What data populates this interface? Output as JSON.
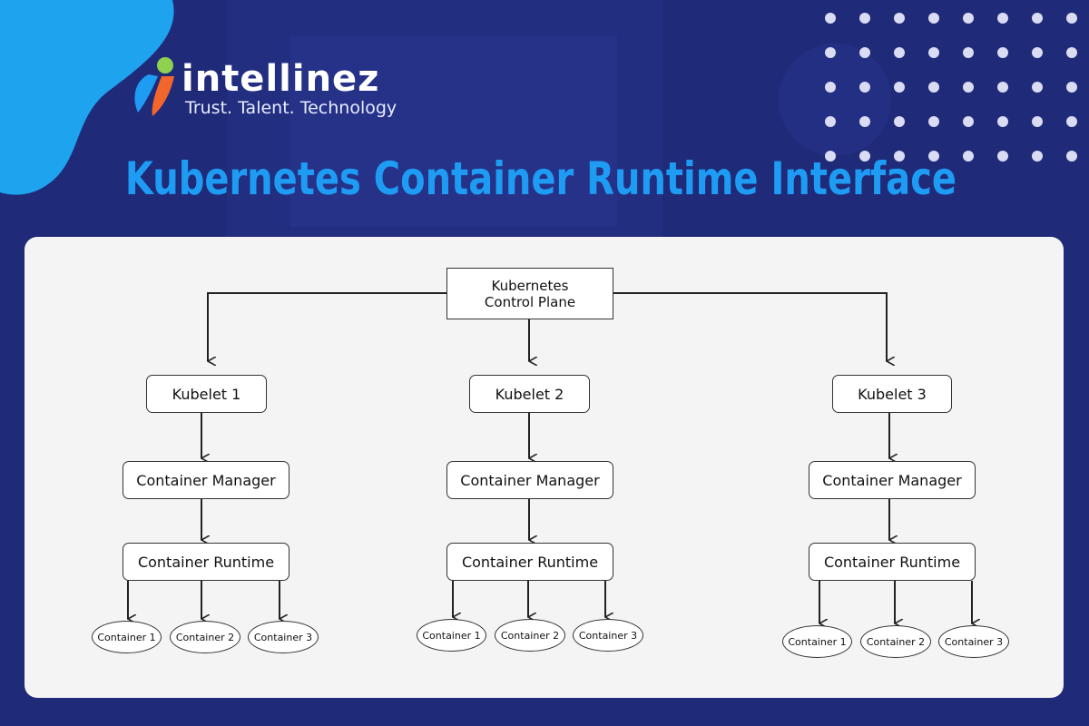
{
  "brand": {
    "name": "intellinez",
    "tagline": "Trust. Talent. Technology"
  },
  "title": "Kubernetes Container Runtime Interface",
  "diagram": {
    "control_plane": "Kubernetes Control Plane",
    "columns": [
      {
        "kubelet": "Kubelet 1",
        "manager": "Container Manager",
        "runtime": "Container Runtime",
        "containers": [
          "Container 1",
          "Container 2",
          "Container 3"
        ]
      },
      {
        "kubelet": "Kubelet 2",
        "manager": "Container Manager",
        "runtime": "Container Runtime",
        "containers": [
          "Container 1",
          "Container 2",
          "Container 3"
        ]
      },
      {
        "kubelet": "Kubelet 3",
        "manager": "Container Manager",
        "runtime": "Container Runtime",
        "containers": [
          "Container 1",
          "Container 2",
          "Container 3"
        ]
      }
    ]
  },
  "colors": {
    "background": "#1e2a7a",
    "accent": "#1e9cf4",
    "panel": "#f4f4f4"
  }
}
